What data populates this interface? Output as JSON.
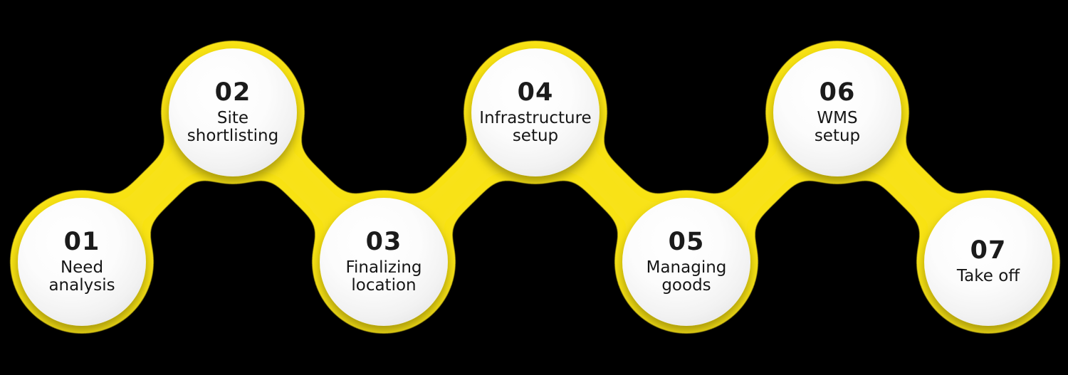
{
  "colors": {
    "ribbon": "#F8E213",
    "background": "#000000",
    "node_fill": "#FFFFFF",
    "text": "#1B1B1B"
  },
  "steps": [
    {
      "number": "01",
      "label": "Need\nanalysis"
    },
    {
      "number": "02",
      "label": "Site\nshortlisting"
    },
    {
      "number": "03",
      "label": "Finalizing\nlocation"
    },
    {
      "number": "04",
      "label": "Infrastructure\nsetup"
    },
    {
      "number": "05",
      "label": "Managing\ngoods"
    },
    {
      "number": "06",
      "label": "WMS\nsetup"
    },
    {
      "number": "07",
      "label": "Take off"
    }
  ]
}
